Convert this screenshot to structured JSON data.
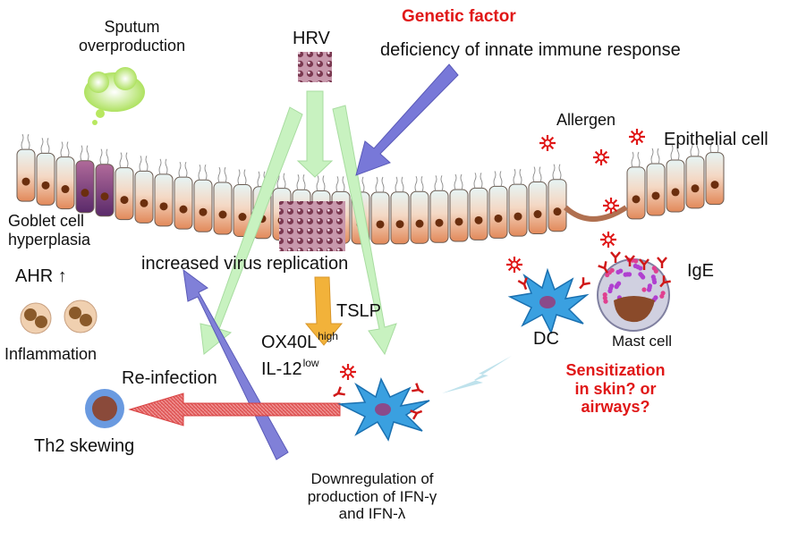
{
  "labels": {
    "sputum": [
      "Sputum",
      "overproduction"
    ],
    "hrv": "HRV",
    "genetic_factor": "Genetic factor",
    "deficiency": "deficiency of innate immune response",
    "allergen": "Allergen",
    "epithelial_cell": "Epithelial cell",
    "goblet": [
      "Goblet cell",
      "hyperplasia"
    ],
    "ahr": "AHR ↑",
    "inflammation": "Inflammation",
    "virus_replication": "increased virus replication",
    "tslp": "TSLP",
    "ox40l_main": "OX40L",
    "ox40l_sup": "high",
    "il12_main": "IL-12",
    "il12_sup": "low",
    "reinfection": "Re-infection",
    "th2": "Th2 skewing",
    "downregulation": [
      "Downregulation of",
      "production of IFN-γ",
      "and IFN-λ"
    ],
    "dc": "DC",
    "mast_cell": "Mast cell",
    "ige": "IgE",
    "sensitization": [
      "Sensitization",
      "in skin? or",
      "airways?"
    ]
  },
  "colors": {
    "accent_red": "#e01818",
    "arrow_blue": "#7878d8",
    "arrow_green": "#c8f2c0",
    "arrow_orange": "#f2b23a",
    "arrow_red": "#e05454",
    "dc_blue": "#3aa0e0",
    "epithelium": "#f0c8a8",
    "nucleus": "#6b2e0e"
  },
  "icons": [
    "hrv-virus-icon",
    "sputum-cloud-icon",
    "allergen-icon",
    "dendritic-cell-icon",
    "mast-cell-icon",
    "th2-cell-icon",
    "inflammatory-cell-icon",
    "ige-antibody-icon"
  ]
}
